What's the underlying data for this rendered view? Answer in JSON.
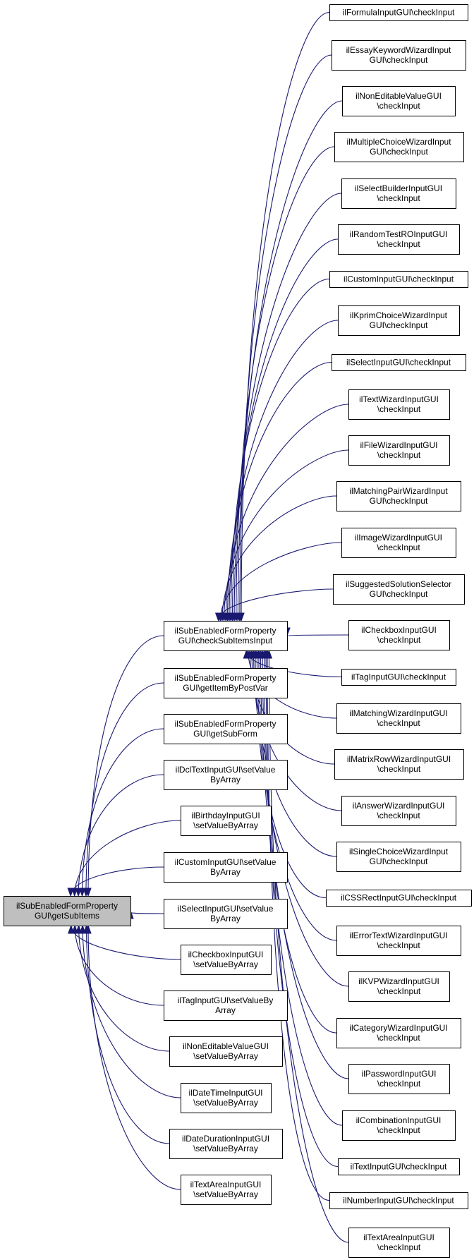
{
  "diagram": {
    "root": {
      "id": "root",
      "lines": [
        "ilSubEnabledFormProperty",
        "GUI\\getSubItems"
      ]
    },
    "hub": {
      "id": "hub",
      "lines": [
        "ilSubEnabledFormProperty",
        "GUI\\checkSubItemsInput"
      ]
    },
    "middle_callers": [
      {
        "id": "m1",
        "lines": [
          "ilSubEnabledFormProperty",
          "GUI\\checkSubItemsInput"
        ]
      },
      {
        "id": "m2",
        "lines": [
          "ilSubEnabledFormProperty",
          "GUI\\getItemByPostVar"
        ]
      },
      {
        "id": "m3",
        "lines": [
          "ilSubEnabledFormProperty",
          "GUI\\getSubForm"
        ]
      },
      {
        "id": "m4",
        "lines": [
          "ilDclTextInputGUI\\setValue",
          "ByArray"
        ]
      },
      {
        "id": "m5",
        "lines": [
          "ilBirthdayInputGUI",
          "\\setValueByArray"
        ]
      },
      {
        "id": "m6",
        "lines": [
          "ilCustomInputGUI\\setValue",
          "ByArray"
        ]
      },
      {
        "id": "m7",
        "lines": [
          "ilSelectInputGUI\\setValue",
          "ByArray"
        ]
      },
      {
        "id": "m8",
        "lines": [
          "ilCheckboxInputGUI",
          "\\setValueByArray"
        ]
      },
      {
        "id": "m9",
        "lines": [
          "ilTagInputGUI\\setValueBy",
          "Array"
        ]
      },
      {
        "id": "m10",
        "lines": [
          "ilNonEditableValueGUI",
          "\\setValueByArray"
        ]
      },
      {
        "id": "m11",
        "lines": [
          "ilDateTimeInputGUI",
          "\\setValueByArray"
        ]
      },
      {
        "id": "m12",
        "lines": [
          "ilDateDurationInputGUI",
          "\\setValueByArray"
        ]
      },
      {
        "id": "m13",
        "lines": [
          "ilTextAreaInputGUI",
          "\\setValueByArray"
        ]
      }
    ],
    "hub_callers": [
      {
        "id": "r1",
        "lines": [
          "ilFormulaInputGUI\\checkInput"
        ]
      },
      {
        "id": "r2",
        "lines": [
          "ilEssayKeywordWizardInput",
          "GUI\\checkInput"
        ]
      },
      {
        "id": "r3",
        "lines": [
          "ilNonEditableValueGUI",
          "\\checkInput"
        ]
      },
      {
        "id": "r4",
        "lines": [
          "ilMultipleChoiceWizardInput",
          "GUI\\checkInput"
        ]
      },
      {
        "id": "r5",
        "lines": [
          "ilSelectBuilderInputGUI",
          "\\checkInput"
        ]
      },
      {
        "id": "r6",
        "lines": [
          "ilRandomTestROInputGUI",
          "\\checkInput"
        ]
      },
      {
        "id": "r7",
        "lines": [
          "ilCustomInputGUI\\checkInput"
        ]
      },
      {
        "id": "r8",
        "lines": [
          "ilKprimChoiceWizardInput",
          "GUI\\checkInput"
        ]
      },
      {
        "id": "r9",
        "lines": [
          "ilSelectInputGUI\\checkInput"
        ]
      },
      {
        "id": "r10",
        "lines": [
          "ilTextWizardInputGUI",
          "\\checkInput"
        ]
      },
      {
        "id": "r11",
        "lines": [
          "ilFileWizardInputGUI",
          "\\checkInput"
        ]
      },
      {
        "id": "r12",
        "lines": [
          "ilMatchingPairWizardInput",
          "GUI\\checkInput"
        ]
      },
      {
        "id": "r13",
        "lines": [
          "ilImageWizardInputGUI",
          "\\checkInput"
        ]
      },
      {
        "id": "r14",
        "lines": [
          "ilSuggestedSolutionSelector",
          "GUI\\checkInput"
        ]
      },
      {
        "id": "r15",
        "lines": [
          "ilCheckboxInputGUI",
          "\\checkInput"
        ]
      },
      {
        "id": "r16",
        "lines": [
          "ilTagInputGUI\\checkInput"
        ]
      },
      {
        "id": "r17",
        "lines": [
          "ilMatchingWizardInputGUI",
          "\\checkInput"
        ]
      },
      {
        "id": "r18",
        "lines": [
          "ilMatrixRowWizardInputGUI",
          "\\checkInput"
        ]
      },
      {
        "id": "r19",
        "lines": [
          "ilAnswerWizardInputGUI",
          "\\checkInput"
        ]
      },
      {
        "id": "r20",
        "lines": [
          "ilSingleChoiceWizardInput",
          "GUI\\checkInput"
        ]
      },
      {
        "id": "r21",
        "lines": [
          "ilCSSRectInputGUI\\checkInput"
        ]
      },
      {
        "id": "r22",
        "lines": [
          "ilErrorTextWizardInputGUI",
          "\\checkInput"
        ]
      },
      {
        "id": "r23",
        "lines": [
          "ilKVPWizardInputGUI",
          "\\checkInput"
        ]
      },
      {
        "id": "r24",
        "lines": [
          "ilCategoryWizardInputGUI",
          "\\checkInput"
        ]
      },
      {
        "id": "r25",
        "lines": [
          "ilPasswordInputGUI",
          "\\checkInput"
        ]
      },
      {
        "id": "r26",
        "lines": [
          "ilCombinationInputGUI",
          "\\checkInput"
        ]
      },
      {
        "id": "r27",
        "lines": [
          "ilTextInputGUI\\checkInput"
        ]
      },
      {
        "id": "r28",
        "lines": [
          "ilNumberInputGUI\\checkInput"
        ]
      },
      {
        "id": "r29",
        "lines": [
          "ilTextAreaInputGUI",
          "\\checkInput"
        ]
      }
    ]
  },
  "colors": {
    "edge": "#191970",
    "root_fill": "#bfbfbf",
    "node_fill": "#ffffff",
    "node_stroke": "#000000"
  }
}
